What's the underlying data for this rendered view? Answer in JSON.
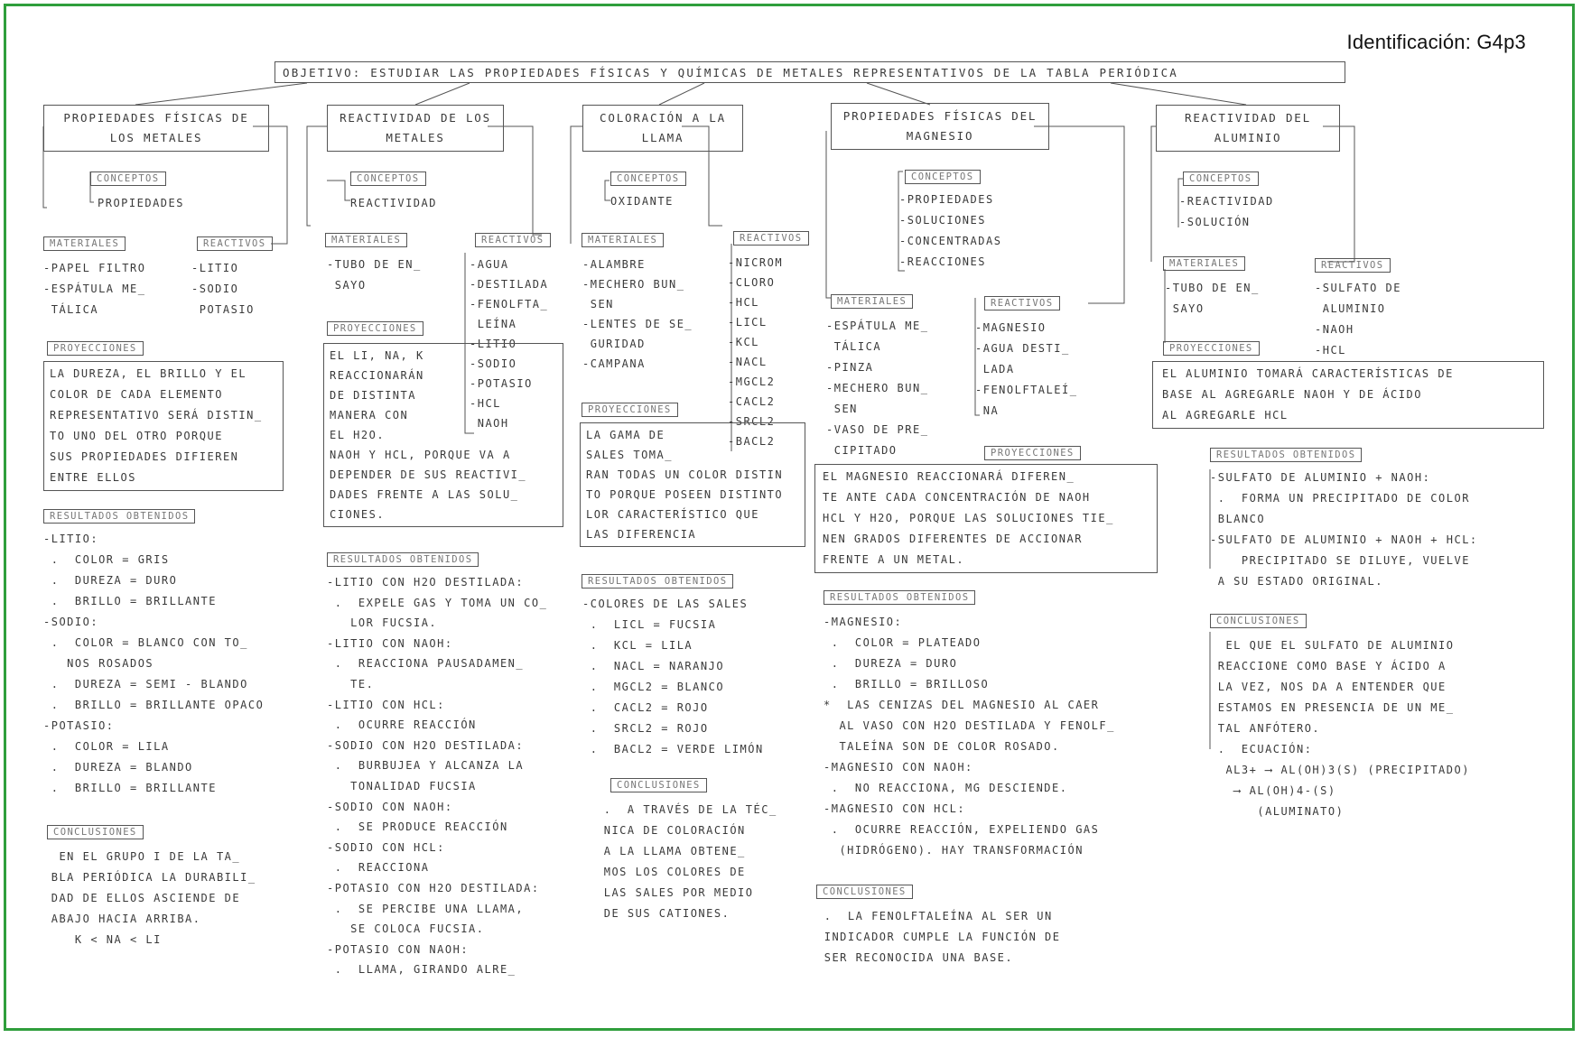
{
  "identification": "Identificación: G4p3",
  "objective": "OBJETIVO: ESTUDIAR LAS PROPIEDADES FÍSICAS Y QUÍMICAS DE METALES REPRESENTATIVOS DE LA TABLA PERIÓDICA",
  "branches": [
    {
      "title": "PROPIEDADES FÍSICAS DE\nLOS METALES",
      "concepts_label": "CONCEPTOS",
      "concepts": "PROPIEDADES",
      "materials_label": "MATERIALES",
      "materials": "-PAPEL FILTRO\n-ESPÁTULA ME_\n TÁLICA",
      "reagents_label": "REACTIVOS",
      "reagents": "-LITIO\n-SODIO\n POTASIO",
      "projections_label": "PROYECCIONES",
      "projections": "LA DUREZA, EL BRILLO Y EL\nCOLOR DE CADA ELEMENTO\nREPRESENTATIVO SERÁ DISTIN_\nTO UNO DEL OTRO PORQUE\nSUS PROPIEDADES DIFIEREN\nENTRE ELLOS",
      "results_label": "RESULTADOS OBTENIDOS",
      "results": "-LITIO:\n .  COLOR = GRIS\n .  DUREZA = DURO\n .  BRILLO = BRILLANTE\n-SODIO:\n .  COLOR = BLANCO CON TO_\n   NOS ROSADOS\n .  DUREZA = SEMI - BLANDO\n .  BRILLO = BRILLANTE OPACO\n-POTASIO:\n .  COLOR = LILA\n .  DUREZA = BLANDO\n .  BRILLO = BRILLANTE",
      "conclusions_label": "CONCLUSIONES",
      "conclusions": "  EN EL GRUPO I DE LA TA_\n BLA PERIÓDICA LA DURABILI_\n DAD DE ELLOS ASCIENDE DE\n ABAJO HACIA ARRIBA.\n    K < Na < Li"
    },
    {
      "title": "REACTIVIDAD DE LOS\nMETALES",
      "concepts_label": "CONCEPTOS",
      "concepts": "REACTIVIDAD",
      "materials_label": "MATERIALES",
      "materials": "-TUBO DE EN_\n SAYO",
      "reagents_label": "REACTIVOS",
      "reagents": "-AGUA\n-DESTILADA\n-FENOLFTA_\n LEÍNA\n-LITIO\n-SODIO\n-POTASIO\n-HCl\n NaOH",
      "projections_label": "PROYECCIONES",
      "projections": "EL Li, Na, K\nREACCIONARÁN\nDE DISTINTA\nMANERA CON\nEL H2O.\nNaOH Y HCl, PORQUE VA A\nDEPENDER DE SUS REACTIVI_\nDADES FRENTE A LAS SOLU_\nCIONES.",
      "results_label": "RESULTADOS OBTENIDOS",
      "results": "-LITIO CON H2O DESTILADA:\n .  EXPELE GAS Y TOMA UN CO_\n   LOR FUCSIA.\n-LITIO CON NaOH:\n .  REACCIONA PAUSADAMEN_\n   TE.\n-LITIO CON HCl:\n .  OCURRE REACCIÓN\n-SODIO CON H2O DESTILADA:\n .  BURBUJEA Y ALCANZA LA\n   TONALIDAD FUCSIA\n-SODIO CON NaOH:\n .  SE PRODUCE REACCIÓN\n-SODIO CON HCl:\n .  REACCIONA\n-POTASIO CON H2O DESTILADA:\n .  SE PERCIBE UNA LLAMA,\n   SE COLOCA FUCSIA.\n-POTASIO CON NaOH:\n .  LLAMA, GIRANDO ALRE_"
    },
    {
      "title": "COLORACIÓN A LA\nLLAMA",
      "concepts_label": "CONCEPTOS",
      "concepts": "OXIDANTE",
      "materials_label": "MATERIALES",
      "materials": "-ALAMBRE\n-MECHERO BUN_\n SEN\n-LENTES DE SE_\n GURIDAD\n-CAMPANA",
      "reagents_label": "REACTIVOS",
      "reagents": "-NICROM\n-CLORO\n-HCl\n-LiCl\n-KCl\n-NaCl\n-MgCl2\n-CaCl2\n-SrCl2\n-BaCl2",
      "projections_label": "PROYECCIONES",
      "projections": "LA GAMA DE\nSALES TOMA_\nRAN TODAS UN COLOR DISTIN\nTO PORQUE POSEEN DISTINTO\nLOR CARACTERÍSTICO QUE\nLAS DIFERENCIA",
      "results_label": "RESULTADOS OBTENIDOS",
      "results": "-COLORES DE LAS SALES\n .  LiCl = FUCSIA\n .  KCl = LILA\n .  NaCl = NARANJO\n .  MgCl2 = BLANCO\n .  CaCl2 = ROJO\n .  SrCl2 = ROJO\n .  BaCl2 = VERDE LIMÓN",
      "conclusions_label": "CONCLUSIONES",
      "conclusions": " .  A TRAVÉS DE LA TÉC_\n NICA DE COLORACIÓN\n A LA LLAMA OBTENE_\n MOS LOS COLORES DE\n LAS SALES POR MEDIO\n DE SUS CATIONES."
    },
    {
      "title": "PROPIEDADES FÍSICAS DEL\nMAGNESIO",
      "concepts_label": "CONCEPTOS",
      "concepts": "-PROPIEDADES\n-SOLUCIONES\n-CONCENTRADAS\n-REACCIONES",
      "materials_label": "MATERIALES",
      "materials": "-ESPÁTULA ME_\n TÁLICA\n-PINZA\n-MECHERO BUN_\n SEN\n-VASO DE PRE_\n CIPITADO",
      "reagents_label": "REACTIVOS",
      "reagents": "-MAGNESIO\n-AGUA DESTI_\n LADA\n-FENOLFTALEÍ_\n NA",
      "projections_label": "PROYECCIONES",
      "projections": "EL MAGNESIO REACCIONARÁ DIFEREN_\nTE ANTE CADA CONCENTRACIÓN DE NaOH\nHCl Y H2O, PORQUE LAS SOLUCIONES TIE_\nNEN GRADOS DIFERENTES DE ACCIONAR\nFRENTE A UN METAL.",
      "results_label": "RESULTADOS OBTENIDOS",
      "results": "-MAGNESIO:\n .  COLOR = PLATEADO\n .  DUREZA = DURO\n .  BRILLO = BRILLOSO\n*  LAS CENIZAS DEL MAGNESIO AL CAER\n  AL VASO CON H2O DESTILADA Y FENOLF_\n  TALEÍNA SON DE COLOR ROSADO.\n-MAGNESIO CON NaOH:\n .  NO REACCIONA, Mg DESCIENDE.\n-MAGNESIO CON HCl:\n .  OCURRE REACCIÓN, EXPELIENDO GAS\n  (HIDRÓGENO). HAY TRANSFORMACIÓN",
      "conclusions_label": "CONCLUSIONES",
      "conclusions": " .  LA FENOLFTALEÍNA AL SER UN\n INDICADOR CUMPLE LA FUNCIÓN DE\n SER RECONOCIDA UNA BASE."
    },
    {
      "title": "REACTIVIDAD DEL\nALUMINIO",
      "concepts_label": "CONCEPTOS",
      "concepts": "-REACTIVIDAD\n-SOLUCIÓN",
      "materials_label": "MATERIALES",
      "materials": "-TUBO DE EN_\n SAYO",
      "reagents_label": "REACTIVOS",
      "reagents": "-SULFATO DE\n ALUMINIO\n-NaOH\n-HCl",
      "projections_label": "PROYECCIONES",
      "projections": "EL ALUMINIO TOMARÁ CARACTERÍSTICAS DE\nBASE AL AGREGARLE NaOH Y DE ÁCIDO\nAL AGREGARLE HCl",
      "results_label": "RESULTADOS OBTENIDOS",
      "results": "-SULFATO DE ALUMINIO + NaOH:\n .  FORMA UN PRECIPITADO DE COLOR\n BLANCO\n-SULFATO DE ALUMINIO + NaOH + HCl:\n    PRECIPITADO SE DILUYE, VUELVE\n A SU ESTADO ORIGINAL.",
      "conclusions_label": "CONCLUSIONES",
      "conclusions": "  EL QUE EL SULFATO DE ALUMINIO\n REACCIONE COMO BASE Y ÁCIDO A\n LA VEZ, NOS DA A ENTENDER QUE\n ESTAMOS EN PRESENCIA DE UN ME_\n TAL ANFÓTERO.\n .  ECUACIÓN:\n  Al3+ ⟶ Al(OH)3(s) (PRECIPITADO)\n   ⟶ Al(OH)4-(s)\n      (ALUMINATO)"
    }
  ]
}
